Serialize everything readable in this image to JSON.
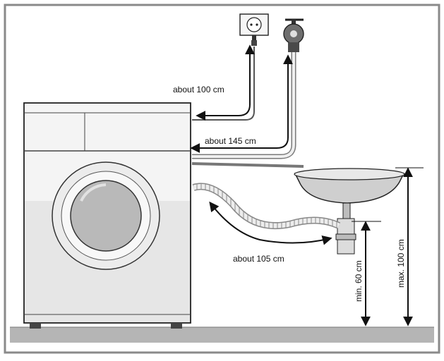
{
  "labels": {
    "plug_length": "about 100 cm",
    "inlet_hose_length": "about 145 cm",
    "drain_hose_length": "about 105 cm",
    "min_drain_height": "min. 60 cm",
    "max_drain_height": "max. 100 cm"
  },
  "icons": {
    "socket": "wall-socket-icon",
    "tap": "water-tap-icon",
    "sink": "sink-icon",
    "washer": "washing-machine-icon"
  },
  "colors": {
    "frame": "#8a8a8a",
    "floor": "#b5b5b5",
    "machine_front": "#f4f4f4",
    "machine_lower": "#e6e6e6",
    "door_glass": "#b9b9b9",
    "line": "#111111"
  }
}
